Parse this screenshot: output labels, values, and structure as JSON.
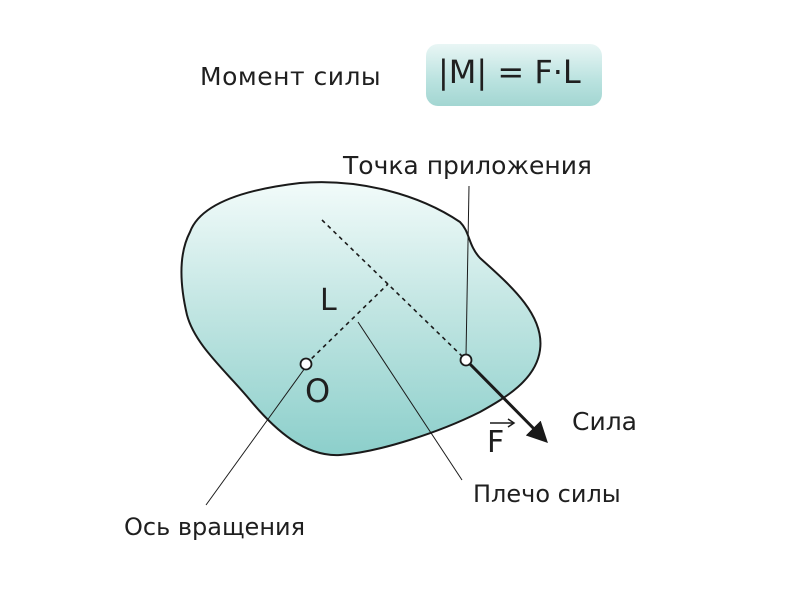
{
  "title": "Момент силы",
  "formula": "|M| = F·L",
  "labels": {
    "application_point": "Точка приложения",
    "arm_letter": "L",
    "origin_letter": "O",
    "force_letter": "F",
    "force": "Сила",
    "lever_arm": "Плечо силы",
    "rotation_axis": "Ось вращения"
  },
  "colors": {
    "body_fill_top": "#f2fbfa",
    "body_fill_bottom": "#8ccfcb",
    "formula_box": "#b9e2df",
    "stroke": "#1a1a1a"
  }
}
